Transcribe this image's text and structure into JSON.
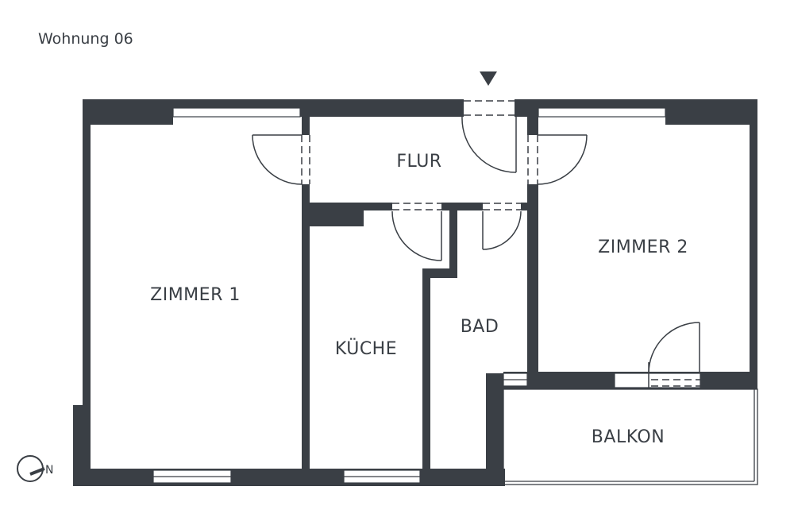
{
  "unit_title": "Wohnung 06",
  "rooms": {
    "zimmer1": "ZIMMER 1",
    "flur": "FLUR",
    "kueche": "KÜCHE",
    "bad": "BAD",
    "zimmer2": "ZIMMER 2",
    "balkon": "BALKON"
  },
  "compass": {
    "label": "N"
  },
  "colors": {
    "wall": "#3a3f45",
    "background": "#ffffff"
  }
}
